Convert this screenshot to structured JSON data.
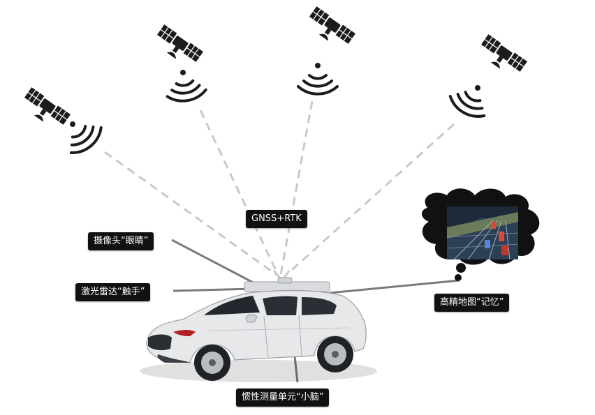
{
  "labels": {
    "gnss": "GNSS+RTK",
    "camera": "摄像头“眼睛”",
    "lidar": "激光雷达“触手”",
    "hd_map": "高精地图“记忆”",
    "imu": "惯性测量单元“小脑”"
  },
  "icons": {
    "satellite": "satellite-icon",
    "signal": "signal-waves-icon",
    "vehicle": "car-illustration",
    "thought_cloud": "thought-cloud"
  },
  "colors": {
    "label_bg": "#111111",
    "label_text": "#ffffff",
    "dashed_line": "#c9c9c9",
    "leader_line": "#7a7a7a",
    "icon": "#1c1c1c",
    "car_body": "#e7e8ea"
  }
}
